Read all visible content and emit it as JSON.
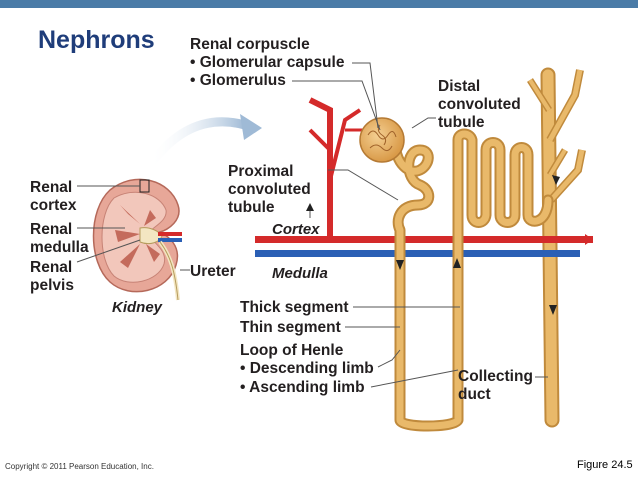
{
  "slide": {
    "title": "Nephrons",
    "copyright": "Copyright © 2011 Pearson Education, Inc.",
    "figure": "Figure 24.5"
  },
  "labels": {
    "renal_corpuscle": "Renal corpuscle",
    "glomerular_capsule": "• Glomerular capsule",
    "glomerulus": "• Glomerulus",
    "distal_1": "Distal",
    "distal_2": "convoluted",
    "distal_3": "tubule",
    "proximal_1": "Proximal",
    "proximal_2": "convoluted",
    "proximal_3": "tubule",
    "cortex": "Cortex",
    "medulla": "Medulla",
    "renal_cortex_1": "Renal",
    "renal_cortex_2": "cortex",
    "renal_medulla_1": "Renal",
    "renal_medulla_2": "medulla",
    "renal_pelvis_1": "Renal",
    "renal_pelvis_2": "pelvis",
    "ureter": "Ureter",
    "kidney": "Kidney",
    "thick_segment": "Thick segment",
    "thin_segment": "Thin segment",
    "loop_of_henle": "Loop of Henle",
    "descending_limb": "• Descending limb",
    "ascending_limb": "• Ascending limb",
    "collecting_1": "Collecting",
    "collecting_2": "duct"
  },
  "colors": {
    "topbar": "#4a7ba7",
    "title": "#1f3d7a",
    "tubule": "#e9b96a",
    "tubule_edge": "#c08a3c",
    "artery": "#d42a2a",
    "vein": "#2a5fb5",
    "kidney": "#e7a798",
    "glomerulus": "#e8b065",
    "arrow": "#a9c4dc"
  }
}
